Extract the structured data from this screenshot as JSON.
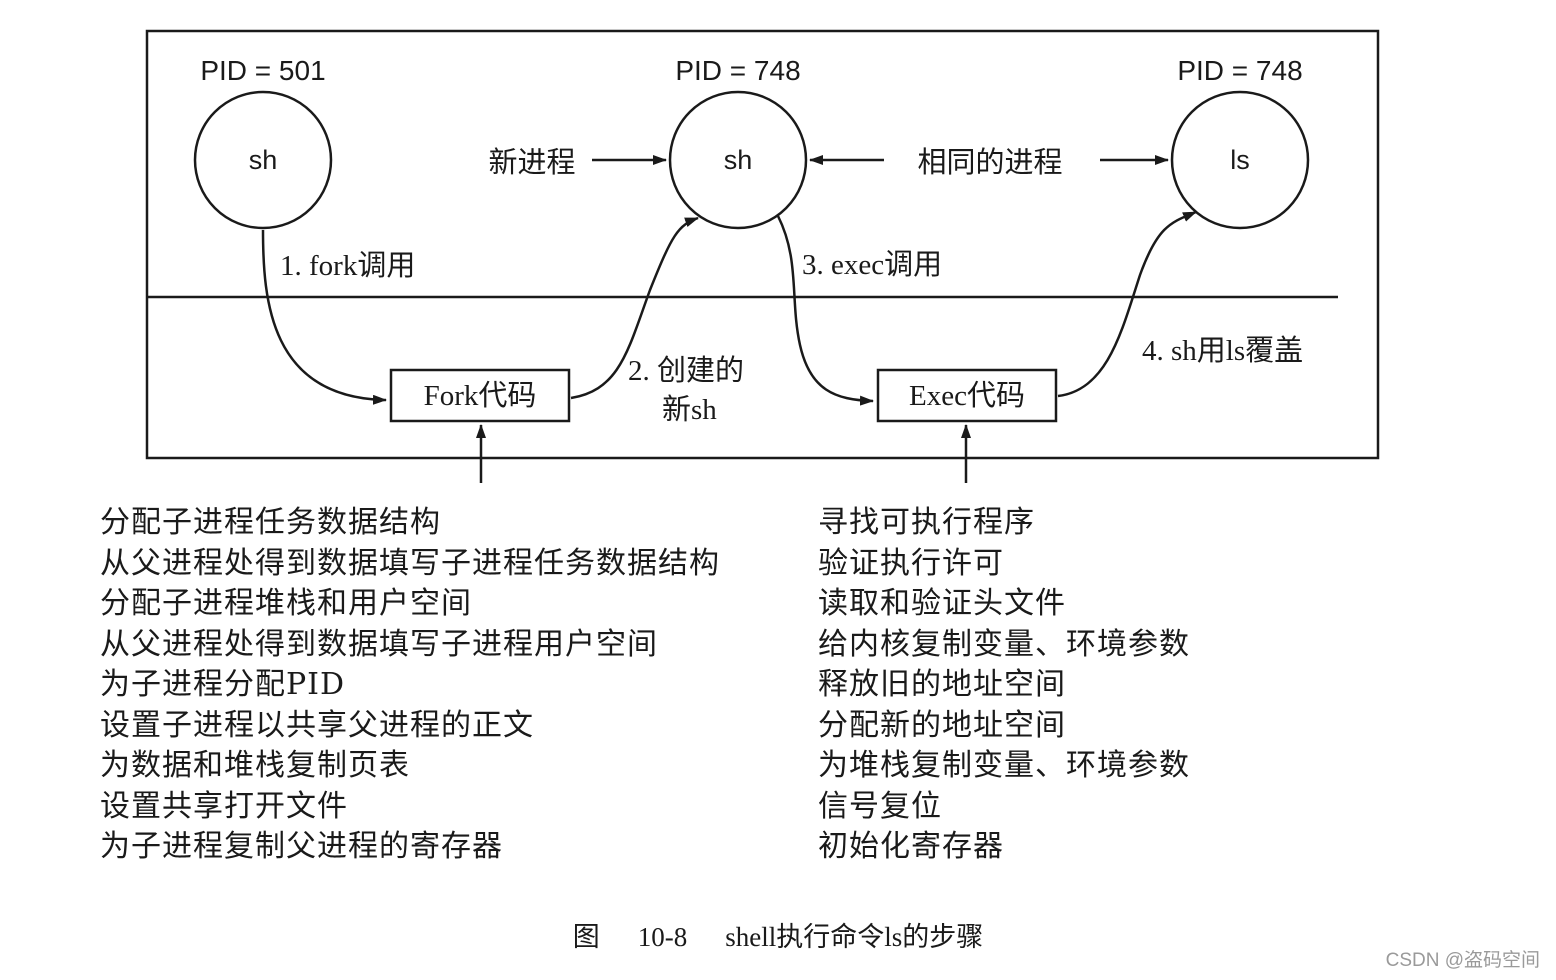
{
  "processes": {
    "left": {
      "pid": "PID = 501",
      "name": "sh"
    },
    "middle": {
      "pid": "PID = 748",
      "name": "sh"
    },
    "right": {
      "pid": "PID = 748",
      "name": "ls"
    }
  },
  "labels": {
    "new_process": "新进程",
    "same_process": "相同的进程",
    "step1": "1. fork调用",
    "step2_line1": "2. 创建的",
    "step2_line2": "新sh",
    "step3": "3. exec调用",
    "step4": "4. sh用ls覆盖"
  },
  "boxes": {
    "fork": "Fork代码",
    "exec": "Exec代码"
  },
  "fork_steps": [
    "分配子进程任务数据结构",
    "从父进程处得到数据填写子进程任务数据结构",
    "分配子进程堆栈和用户空间",
    "从父进程处得到数据填写子进程用户空间",
    "为子进程分配PID",
    "设置子进程以共享父进程的正文",
    "为数据和堆栈复制页表",
    "设置共享打开文件",
    "为子进程复制父进程的寄存器"
  ],
  "exec_steps": [
    "寻找可执行程序",
    "验证执行许可",
    "读取和验证头文件",
    "给内核复制变量、环境参数",
    "释放旧的地址空间",
    "分配新的地址空间",
    "为堆栈复制变量、环境参数",
    "信号复位",
    "初始化寄存器"
  ],
  "caption": {
    "figure": "图",
    "number": "10-8",
    "text": "shell执行命令ls的步骤"
  },
  "watermark": "CSDN @盗码空间"
}
